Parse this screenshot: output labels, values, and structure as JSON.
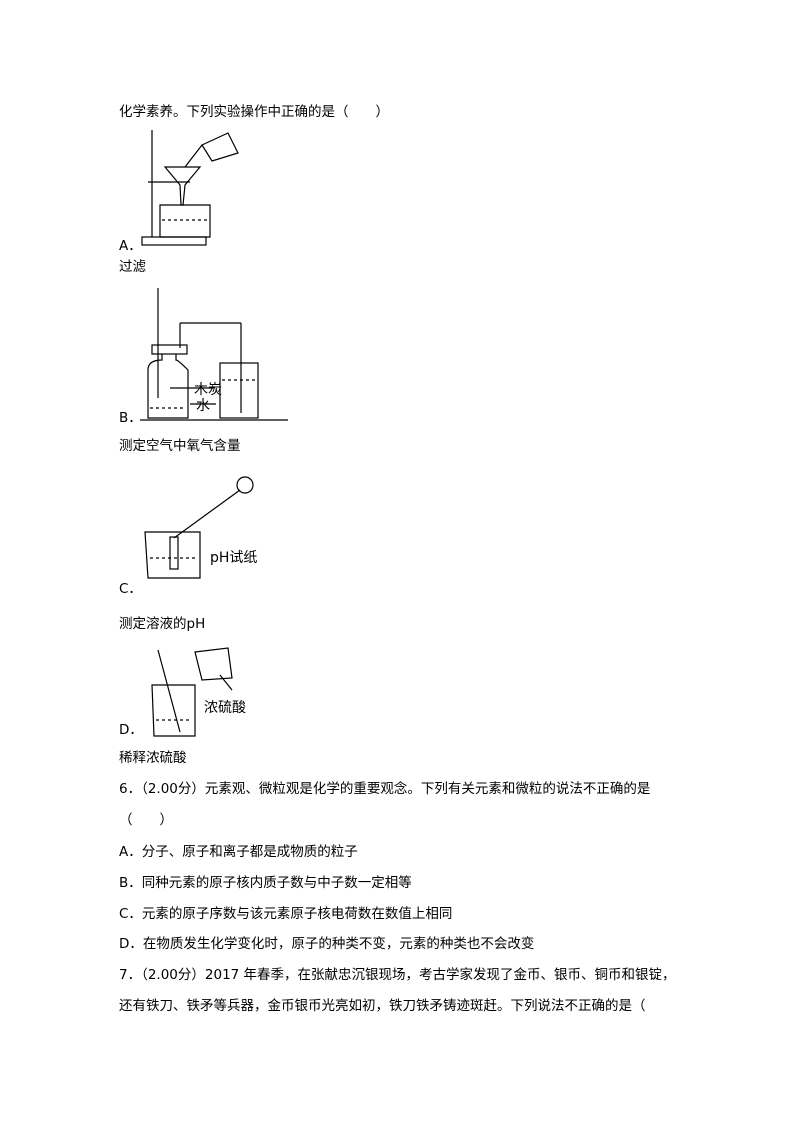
{
  "q5": {
    "stem_tail": "化学素养。下列实验操作中正确的是（　　）",
    "options": [
      {
        "letter": "A．",
        "caption": "过滤"
      },
      {
        "letter": "B．",
        "caption": "测定空气中氧气含量",
        "labels": [
          "木炭",
          "水"
        ]
      },
      {
        "letter": "C．",
        "caption": "测定溶液的pH",
        "labels": [
          "pH试纸"
        ]
      },
      {
        "letter": "D．",
        "caption": "稀释浓硫酸",
        "labels": [
          "浓硫酸"
        ]
      }
    ]
  },
  "q6": {
    "stem": "6．（2.00分）元素观、微粒观是化学的重要观念。下列有关元素和微粒的说法不正确的是",
    "paren": "（　　）",
    "options": [
      "A．分子、原子和离子都是成物质的粒子",
      "B．同种元素的原子核内质子数与中子数一定相等",
      "C．元素的原子序数与该元素原子核电荷数在数值上相同",
      "D．在物质发生化学变化时，原子的种类不变，元素的种类也不会改变"
    ]
  },
  "q7": {
    "line1": "7．（2.00分）2017 年春季，在张献忠沉银现场，考古学家发现了金币、银币、铜币和银锭，",
    "line2": "还有铁刀、铁矛等兵器，金币银币光亮如初，铁刀铁矛铸迹斑赶。下列说法不正确的是（"
  }
}
